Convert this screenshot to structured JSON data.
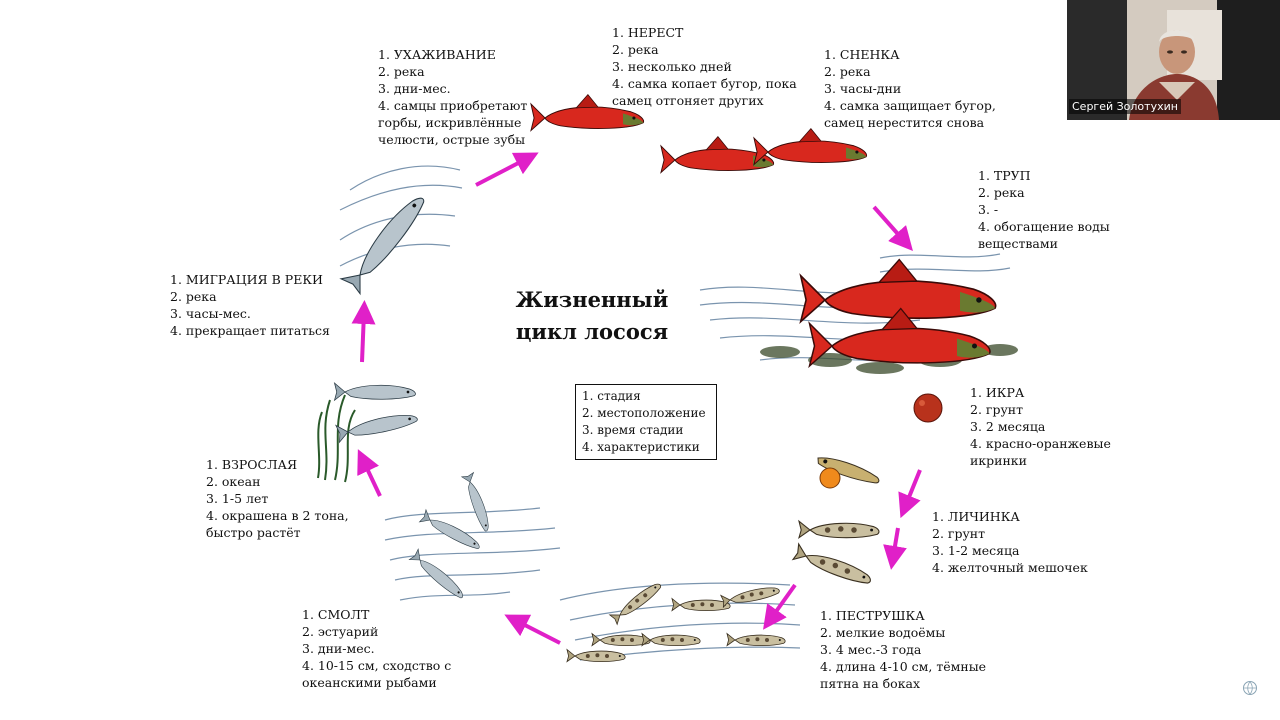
{
  "slide": {
    "title_line1": "Жизненный",
    "title_line2": "цикл лосося",
    "legend": [
      "1. стадия",
      "2. местоположение",
      "3. время стадии",
      "4. характеристики"
    ],
    "stages": {
      "courtship": [
        "1. УХАЖИВАНИЕ",
        "2. река",
        "3. дни-мес.",
        "4. самцы приобретают",
        "горбы, искривлённые",
        "челюсти, острые зубы"
      ],
      "spawning": [
        "1. НЕРЕСТ",
        "2. река",
        "3. несколько дней",
        "4. самка копает бугор, пока",
        "самец отгоняет других"
      ],
      "guarding": [
        "1. СНЕНКА",
        "2. река",
        "3. часы-дни",
        "4. самка защищает бугор,",
        "самец нерестится снова"
      ],
      "carcass": [
        "1. ТРУП",
        "2. река",
        "3. -",
        "4. обогащение воды",
        "веществами"
      ],
      "eggs": [
        "1. ИКРА",
        "2. грунт",
        "3. 2 месяца",
        "4. красно-оранжевые",
        "икринки"
      ],
      "larva": [
        "1. ЛИЧИНКА",
        "2. грунт",
        "3. 1-2 месяца",
        "4. желточный мешочек"
      ],
      "parr": [
        "1. ПЕСТРУШКА",
        "2. мелкие водоёмы",
        "3. 4 мес.-3 года",
        "4. длина 4-10 см, тёмные",
        "пятна на боках"
      ],
      "smolt": [
        "1. СМОЛТ",
        "2. эстуарий",
        "3. дни-мес.",
        "4. 10-15 см, сходство с",
        "океанскими рыбами"
      ],
      "adult": [
        "1. ВЗРОСЛАЯ",
        "2. океан",
        "3. 1-5 лет",
        "4. окрашена в 2 тона,",
        "быстро растёт"
      ],
      "migration": [
        "1. МИГРАЦИЯ В РЕКИ",
        "2. река",
        "3. часы-мес.",
        "4. прекращает питаться"
      ]
    }
  },
  "video": {
    "participant_name": "Сергей Золотухин"
  },
  "colors": {
    "arrow": "#e020c8",
    "salmon_red": "#d8281e",
    "salmon_dark": "#7a1410",
    "water": "#5a7a9a"
  }
}
